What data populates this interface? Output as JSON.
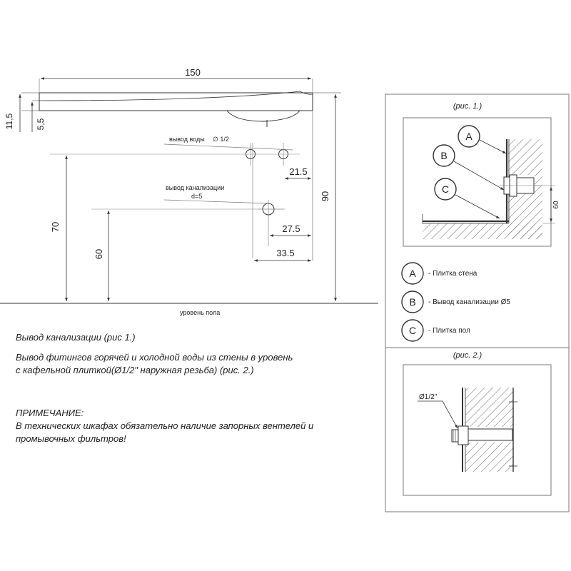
{
  "main_drawing": {
    "dims": {
      "width": "150",
      "top_offset": "11,5",
      "lip": "5,5",
      "water_x": "21.5",
      "drain_x1": "27.5",
      "drain_x2": "33.5",
      "h_water": "70",
      "h_drain": "60",
      "h_total": "90"
    },
    "labels": {
      "water_outlet": "вывод воды",
      "water_diam": "∅ 1/2",
      "drain_outlet": "вывод канализации",
      "drain_diam": "d=5",
      "floor": "уровень пола"
    }
  },
  "notes": {
    "line1": "Вывод канализации (рис 1.)",
    "line2a": "Вывод фитингов горячей и холодной воды из стены в уровень",
    "line2b": "с кафельной плиткой(Ø1/2\" наружная резьба) (рис. 2.)",
    "note_title": "ПРИМЕЧАНИЕ:",
    "note_a": "В технических шкафах обязательно наличие запорных вентелей и",
    "note_b": "промывочных фильтров!"
  },
  "fig1": {
    "caption": "(рис. 1.)",
    "markers": {
      "a": "A",
      "b": "B",
      "c": "C"
    },
    "dim": "60",
    "legend": [
      {
        "key": "A",
        "text": "- Плитка стена"
      },
      {
        "key": "B",
        "text": "- Вывод канализации   Ø5"
      },
      {
        "key": "C",
        "text": "- Плитка пол"
      }
    ]
  },
  "fig2": {
    "caption": "(рис. 2.)",
    "diam": "Ø1/2\""
  },
  "colors": {
    "line": "#333333",
    "dim": "#555555",
    "hatch": "#666666"
  }
}
